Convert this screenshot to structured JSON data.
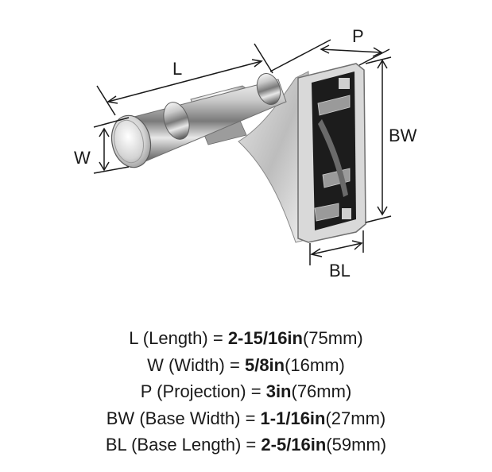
{
  "dimension_labels": {
    "length": "L",
    "width": "W",
    "projection": "P",
    "base_width": "BW",
    "base_length": "BL"
  },
  "specs": [
    {
      "abbr": "L",
      "name": "(Length) =",
      "imperial": "2-15/16in",
      "metric": "(75mm)"
    },
    {
      "abbr": "W",
      "name": "(Width) =",
      "imperial": "5/8in",
      "metric": "(16mm)"
    },
    {
      "abbr": "P",
      "name": "(Projection) =",
      "imperial": "3in",
      "metric": "(76mm)"
    },
    {
      "abbr": "BW",
      "name": "(Base Width) =",
      "imperial": "1-1/16in",
      "metric": "(27mm)"
    },
    {
      "abbr": "BL",
      "name": "(Base Length) =",
      "imperial": "2-5/16in",
      "metric": "(59mm)"
    }
  ]
}
